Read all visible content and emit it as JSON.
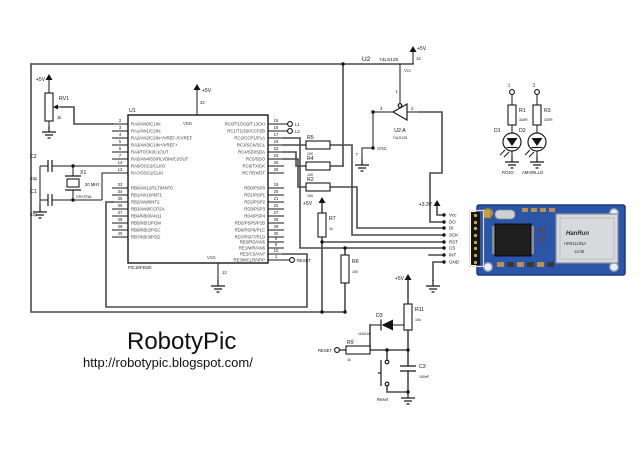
{
  "brand": {
    "name": "RobotyPic",
    "url": "http://robotypic.blogspot.com/"
  },
  "power": {
    "v5": "+5V",
    "v33": "+3.3V"
  },
  "u1": {
    "ref": "U1",
    "part": "PIC18F4520",
    "vdd": {
      "label": "VDD",
      "pin": "32"
    },
    "vss": {
      "label": "VSS",
      "pin": "12"
    },
    "pin_groups": [
      {
        "id": "porta",
        "side": "left",
        "pins": [
          {
            "num": "2",
            "label": "RA0/AN0/C1IN-"
          },
          {
            "num": "3",
            "label": "RA1/AN1/C2IN-"
          },
          {
            "num": "4",
            "label": "RA2/AN2/C2IN+/VREF-/CVREF"
          },
          {
            "num": "5",
            "label": "RA3/AN3/C1IN+/VREF+"
          },
          {
            "num": "6",
            "label": "RA4/T0CKI/C1OUT"
          },
          {
            "num": "7",
            "label": "RA5/AN4/SS/HLVDIN/C2OUT"
          },
          {
            "num": "14",
            "label": "RA6/OSC2/CLKO"
          },
          {
            "num": "13",
            "label": "RA7/OSC1/CLKI"
          }
        ]
      },
      {
        "id": "portb",
        "side": "left",
        "pins": [
          {
            "num": "33",
            "label": "RB0/AN12/FLT0/INT0"
          },
          {
            "num": "34",
            "label": "RB1/AN10/INT1"
          },
          {
            "num": "35",
            "label": "RB2/AN8/INT2"
          },
          {
            "num": "36",
            "label": "RB3/AN9/CCP2A"
          },
          {
            "num": "37",
            "label": "RB4/KBI0/AN11"
          },
          {
            "num": "38",
            "label": "RB5/KBI1/PGM"
          },
          {
            "num": "39",
            "label": "RB6/KBI2/PGC"
          },
          {
            "num": "40",
            "label": "RB7/KBI3/PGD"
          }
        ]
      },
      {
        "id": "portc",
        "side": "right",
        "pins": [
          {
            "num": "15",
            "label": "RC0/T1OSO/T13CKI"
          },
          {
            "num": "16",
            "label": "RC1/T1OSI/CCP2B"
          },
          {
            "num": "17",
            "label": "RC2/CCP1/P1A"
          },
          {
            "num": "18",
            "label": "RC3/SCK/SCL"
          },
          {
            "num": "23",
            "label": "RC4/SDI/SDA"
          },
          {
            "num": "24",
            "label": "RC5/SDO"
          },
          {
            "num": "25",
            "label": "RC6/TX/CK"
          },
          {
            "num": "26",
            "label": "RC7/RX/DT"
          }
        ]
      },
      {
        "id": "portd",
        "side": "right",
        "pins": [
          {
            "num": "19",
            "label": "RD0/PSP0"
          },
          {
            "num": "20",
            "label": "RD1/PSP1"
          },
          {
            "num": "21",
            "label": "RD2/PSP2"
          },
          {
            "num": "22",
            "label": "RD3/PSP3"
          },
          {
            "num": "27",
            "label": "RD4/PSP4"
          },
          {
            "num": "28",
            "label": "RD5/PSP5/P1B"
          },
          {
            "num": "29",
            "label": "RD6/PSP6/P1C"
          },
          {
            "num": "30",
            "label": "RD7/PSP7/P1D"
          }
        ]
      },
      {
        "id": "porte",
        "side": "right",
        "pins": [
          {
            "num": "8",
            "label": "RE0/RD/AN5"
          },
          {
            "num": "9",
            "label": "RE1/WR/AN6"
          },
          {
            "num": "10",
            "label": "RE2/CS/AN7"
          },
          {
            "num": "1",
            "label": "RE3/MCLR/VPP"
          }
        ]
      }
    ]
  },
  "u2": {
    "ref": "U2",
    "part": "74LS125",
    "gate_ref": "U2:A",
    "gate_part": "74LS125",
    "vcc": {
      "label": "Vcc",
      "pin": "14"
    },
    "gnd": {
      "label": "GND",
      "pin": "7"
    },
    "pins": {
      "en": "1",
      "in": "2",
      "out": "3"
    }
  },
  "terminals": {
    "l1": "L1",
    "l2": "L2",
    "mclr": "RESET",
    "reset_in": "RESET",
    "led1_net": "L1",
    "led2_net": "L2"
  },
  "parts": {
    "rv1": {
      "ref": "RV1",
      "value": "1k"
    },
    "c1": {
      "ref": "C1",
      "value": "33p"
    },
    "c2": {
      "ref": "C2",
      "value": "33p"
    },
    "c3": {
      "ref": "C3",
      "value": "100nF"
    },
    "x1": {
      "ref": "X1",
      "value": "20 MHz",
      "note": "CRYSTAL"
    },
    "r1": {
      "ref": "R1",
      "value": "330R"
    },
    "r2": {
      "ref": "R2",
      "value": "100"
    },
    "r3": {
      "ref": "R3",
      "value": "330R"
    },
    "r4": {
      "ref": "R4",
      "value": "100"
    },
    "r5": {
      "ref": "R5",
      "value": "100"
    },
    "r6": {
      "ref": "R6",
      "value": "100"
    },
    "r7": {
      "ref": "R7",
      "value": "1k"
    },
    "r9": {
      "ref": "R9",
      "value": "1k"
    },
    "r11": {
      "ref": "R11",
      "value": "10k"
    },
    "d1": {
      "ref": "D1",
      "color": "ROJO"
    },
    "d2": {
      "ref": "D2",
      "color": "AMARILLO"
    },
    "d3": {
      "ref": "D3",
      "value": "1N4148"
    },
    "button": {
      "label": "Reset"
    }
  },
  "module": {
    "pin_labels": [
      "Vcc",
      "DO",
      "DI",
      "SCK",
      "RST",
      "CS",
      "INT",
      "GND"
    ],
    "jack_brand": "HanRun",
    "jack_model": "HR911105A",
    "jack_code": "11/46"
  }
}
